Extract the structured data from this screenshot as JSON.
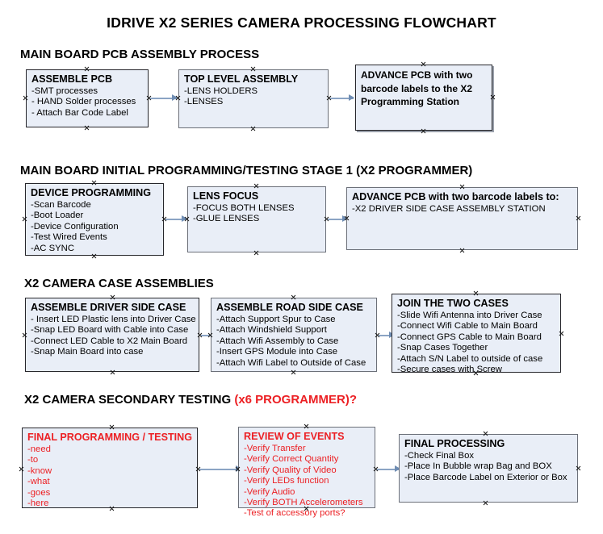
{
  "document": {
    "title": "IDRIVE X2  SERIES CAMERA PROCESSING FLOWCHART"
  },
  "colors": {
    "box_fill": "#e9eef7",
    "box_border": "#26262b",
    "arrow": "#8ba4c4",
    "red_text": "#ec2024",
    "black_text": "#000000"
  },
  "sections": [
    {
      "heading": "MAIN BOARD PCB ASSEMBLY PROCESS",
      "heading_red": "",
      "boxes": [
        {
          "title": "ASSEMBLE PCB",
          "items": [
            "-SMT processes",
            "- HAND Solder processes",
            "- Attach Bar Code Label"
          ]
        },
        {
          "title": "TOP LEVEL ASSEMBLY",
          "items": [
            "-LENS HOLDERS",
            "-LENSES"
          ]
        },
        {
          "title": "ADVANCE PCB with two barcode labels to the  X2 Programming Station",
          "items": []
        }
      ]
    },
    {
      "heading": "MAIN BOARD INITIAL PROGRAMMING/TESTING STAGE 1 (X2 PROGRAMMER)",
      "heading_red": "",
      "boxes": [
        {
          "title": "DEVICE PROGRAMMING",
          "items": [
            "-Scan Barcode",
            "-Boot Loader",
            "-Device Configuration",
            "-Test Wired Events",
            "-AC SYNC"
          ]
        },
        {
          "title": "LENS FOCUS",
          "items": [
            "-FOCUS BOTH LENSES",
            "-GLUE LENSES"
          ]
        },
        {
          "title": "ADVANCE PCB with two barcode labels to:",
          "items": [
            "-X2 DRIVER  SIDE  CASE  ASSEMBLY STATION"
          ]
        }
      ]
    },
    {
      "heading": "X2 CAMERA CASE ASSEMBLIES",
      "heading_red": "",
      "boxes": [
        {
          "title": "ASSEMBLE DRIVER SIDE CASE",
          "items": [
            "- Insert LED Plastic lens into Driver Case",
            "-Snap LED Board with Cable into Case",
            "-Connect LED Cable to X2 Main Board",
            "-Snap Main Board into case"
          ]
        },
        {
          "title": "ASSEMBLE ROAD SIDE CASE",
          "items": [
            "-Attach Support Spur to Case",
            "-Attach Windshield Support",
            "-Attach Wifi Assembly to Case",
            "-Insert GPS Module into Case",
            "-Attach Wifi Label to Outside of Case"
          ]
        },
        {
          "title": "JOIN THE TWO CASES",
          "items": [
            "-Slide Wifi Antenna into Driver Case",
            "-Connect Wifi Cable to Main Board",
            "-Connect GPS Cable to Main Board",
            "-Snap Cases Together",
            "-Attach S/N Label to outside of case",
            "-Secure cases with Screw"
          ]
        }
      ]
    },
    {
      "heading": "X2 CAMERA SECONDARY TESTING",
      "heading_red": "(x6 PROGRAMMER)?",
      "boxes": [
        {
          "title": "FINAL PROGRAMMING / TESTING",
          "items": [
            "-need",
            "-to",
            "-know",
            "-what",
            "-goes",
            "-here"
          ]
        },
        {
          "title": "REVIEW OF EVENTS",
          "items": [
            "-Verify Transfer",
            "-Verify Correct Quantity",
            "-Verify Quality of Video",
            "-Verify LEDs function",
            "-Verify Audio",
            "-Verify BOTH Accelerometers"
          ],
          "overflow_item": "-Test of accessory ports?"
        },
        {
          "title": "FINAL PROCESSING",
          "items": [
            " -Check Final Box",
            "-Place In Bubble wrap Bag and BOX",
            "-Place Barcode Label on Exterior or Box"
          ]
        }
      ]
    }
  ]
}
